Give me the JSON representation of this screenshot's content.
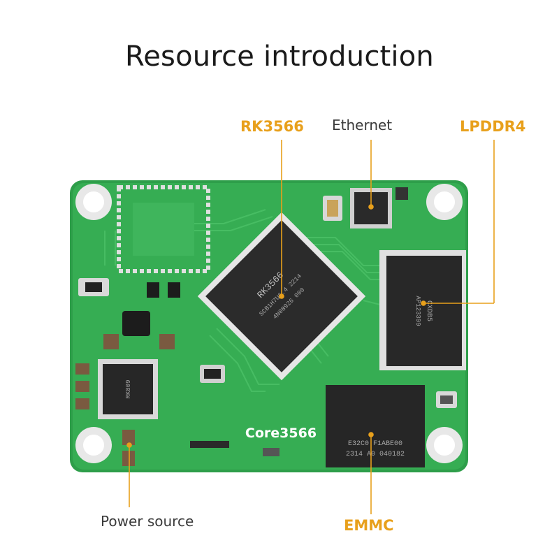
{
  "title": "Resource introduction",
  "callouts": {
    "rk3566": "RK3566",
    "ethernet": "Ethernet",
    "lpddr4": "LPDDR4",
    "power": "Power source",
    "emmc": "EMMC"
  },
  "board": {
    "label": "Core3566",
    "soc_marking_1": "RK3566",
    "soc_marking_2": "SCB1H7U6.4 2214",
    "soc_marking_3": "4N08926 000",
    "ram_marking_1": "CXDB5",
    "ram_marking_2": "AP123399",
    "emmc_marking_1": "E32C0 F1ABE00",
    "emmc_marking_2": "2314 A0 040182",
    "pmic_marking": "RK809"
  },
  "colors": {
    "accent": "#e8a01c",
    "pcb": "#2fa84f",
    "leader": "#e8a01c"
  }
}
